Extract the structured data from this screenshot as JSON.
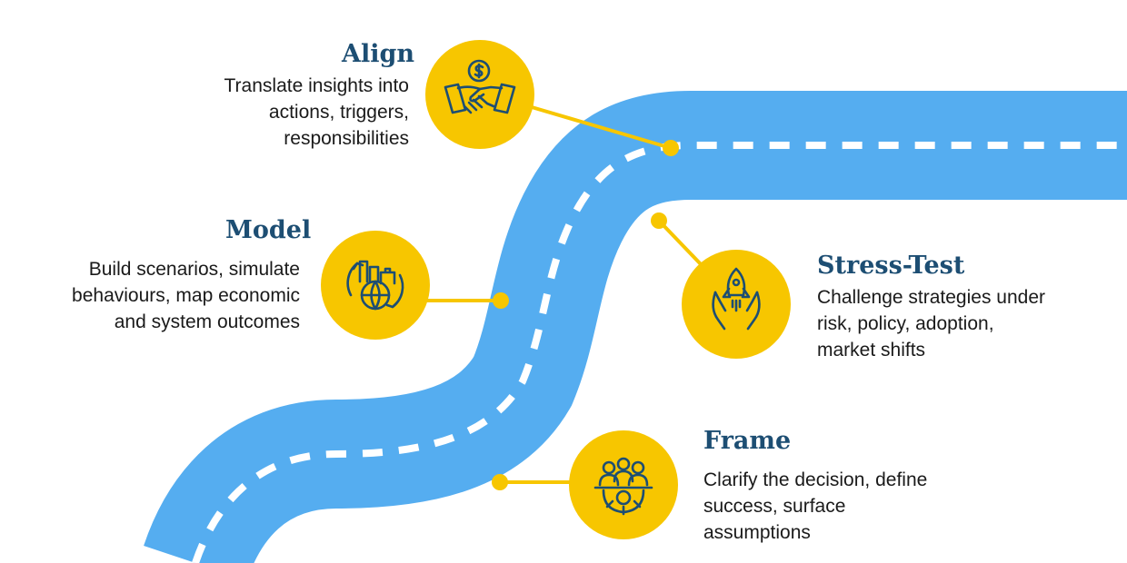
{
  "colors": {
    "road": "#55adf0",
    "road_dash": "#ffffff",
    "marker": "#f7c600",
    "icon_stroke": "#1d4e73",
    "title": "#1d4e73",
    "text": "#1a1a1a"
  },
  "stages": {
    "align": {
      "title": "Align",
      "lines": [
        "Translate insights into",
        "actions, triggers,",
        "responsibilities"
      ],
      "icon": "handshake-dollar-icon"
    },
    "model": {
      "title": "Model",
      "lines": [
        "Build scenarios, simulate",
        "behaviours, map economic",
        "and system outcomes"
      ],
      "icon": "city-globe-cycle-icon"
    },
    "stress_test": {
      "title": "Stress-Test",
      "lines": [
        "Challenge strategies under",
        "risk, policy, adoption,",
        "market shifts"
      ],
      "icon": "rocket-hands-icon"
    },
    "frame": {
      "title": "Frame",
      "lines": [
        "Clarify the decision, define",
        "success, surface",
        "assumptions"
      ],
      "icon": "team-gear-icon"
    }
  }
}
